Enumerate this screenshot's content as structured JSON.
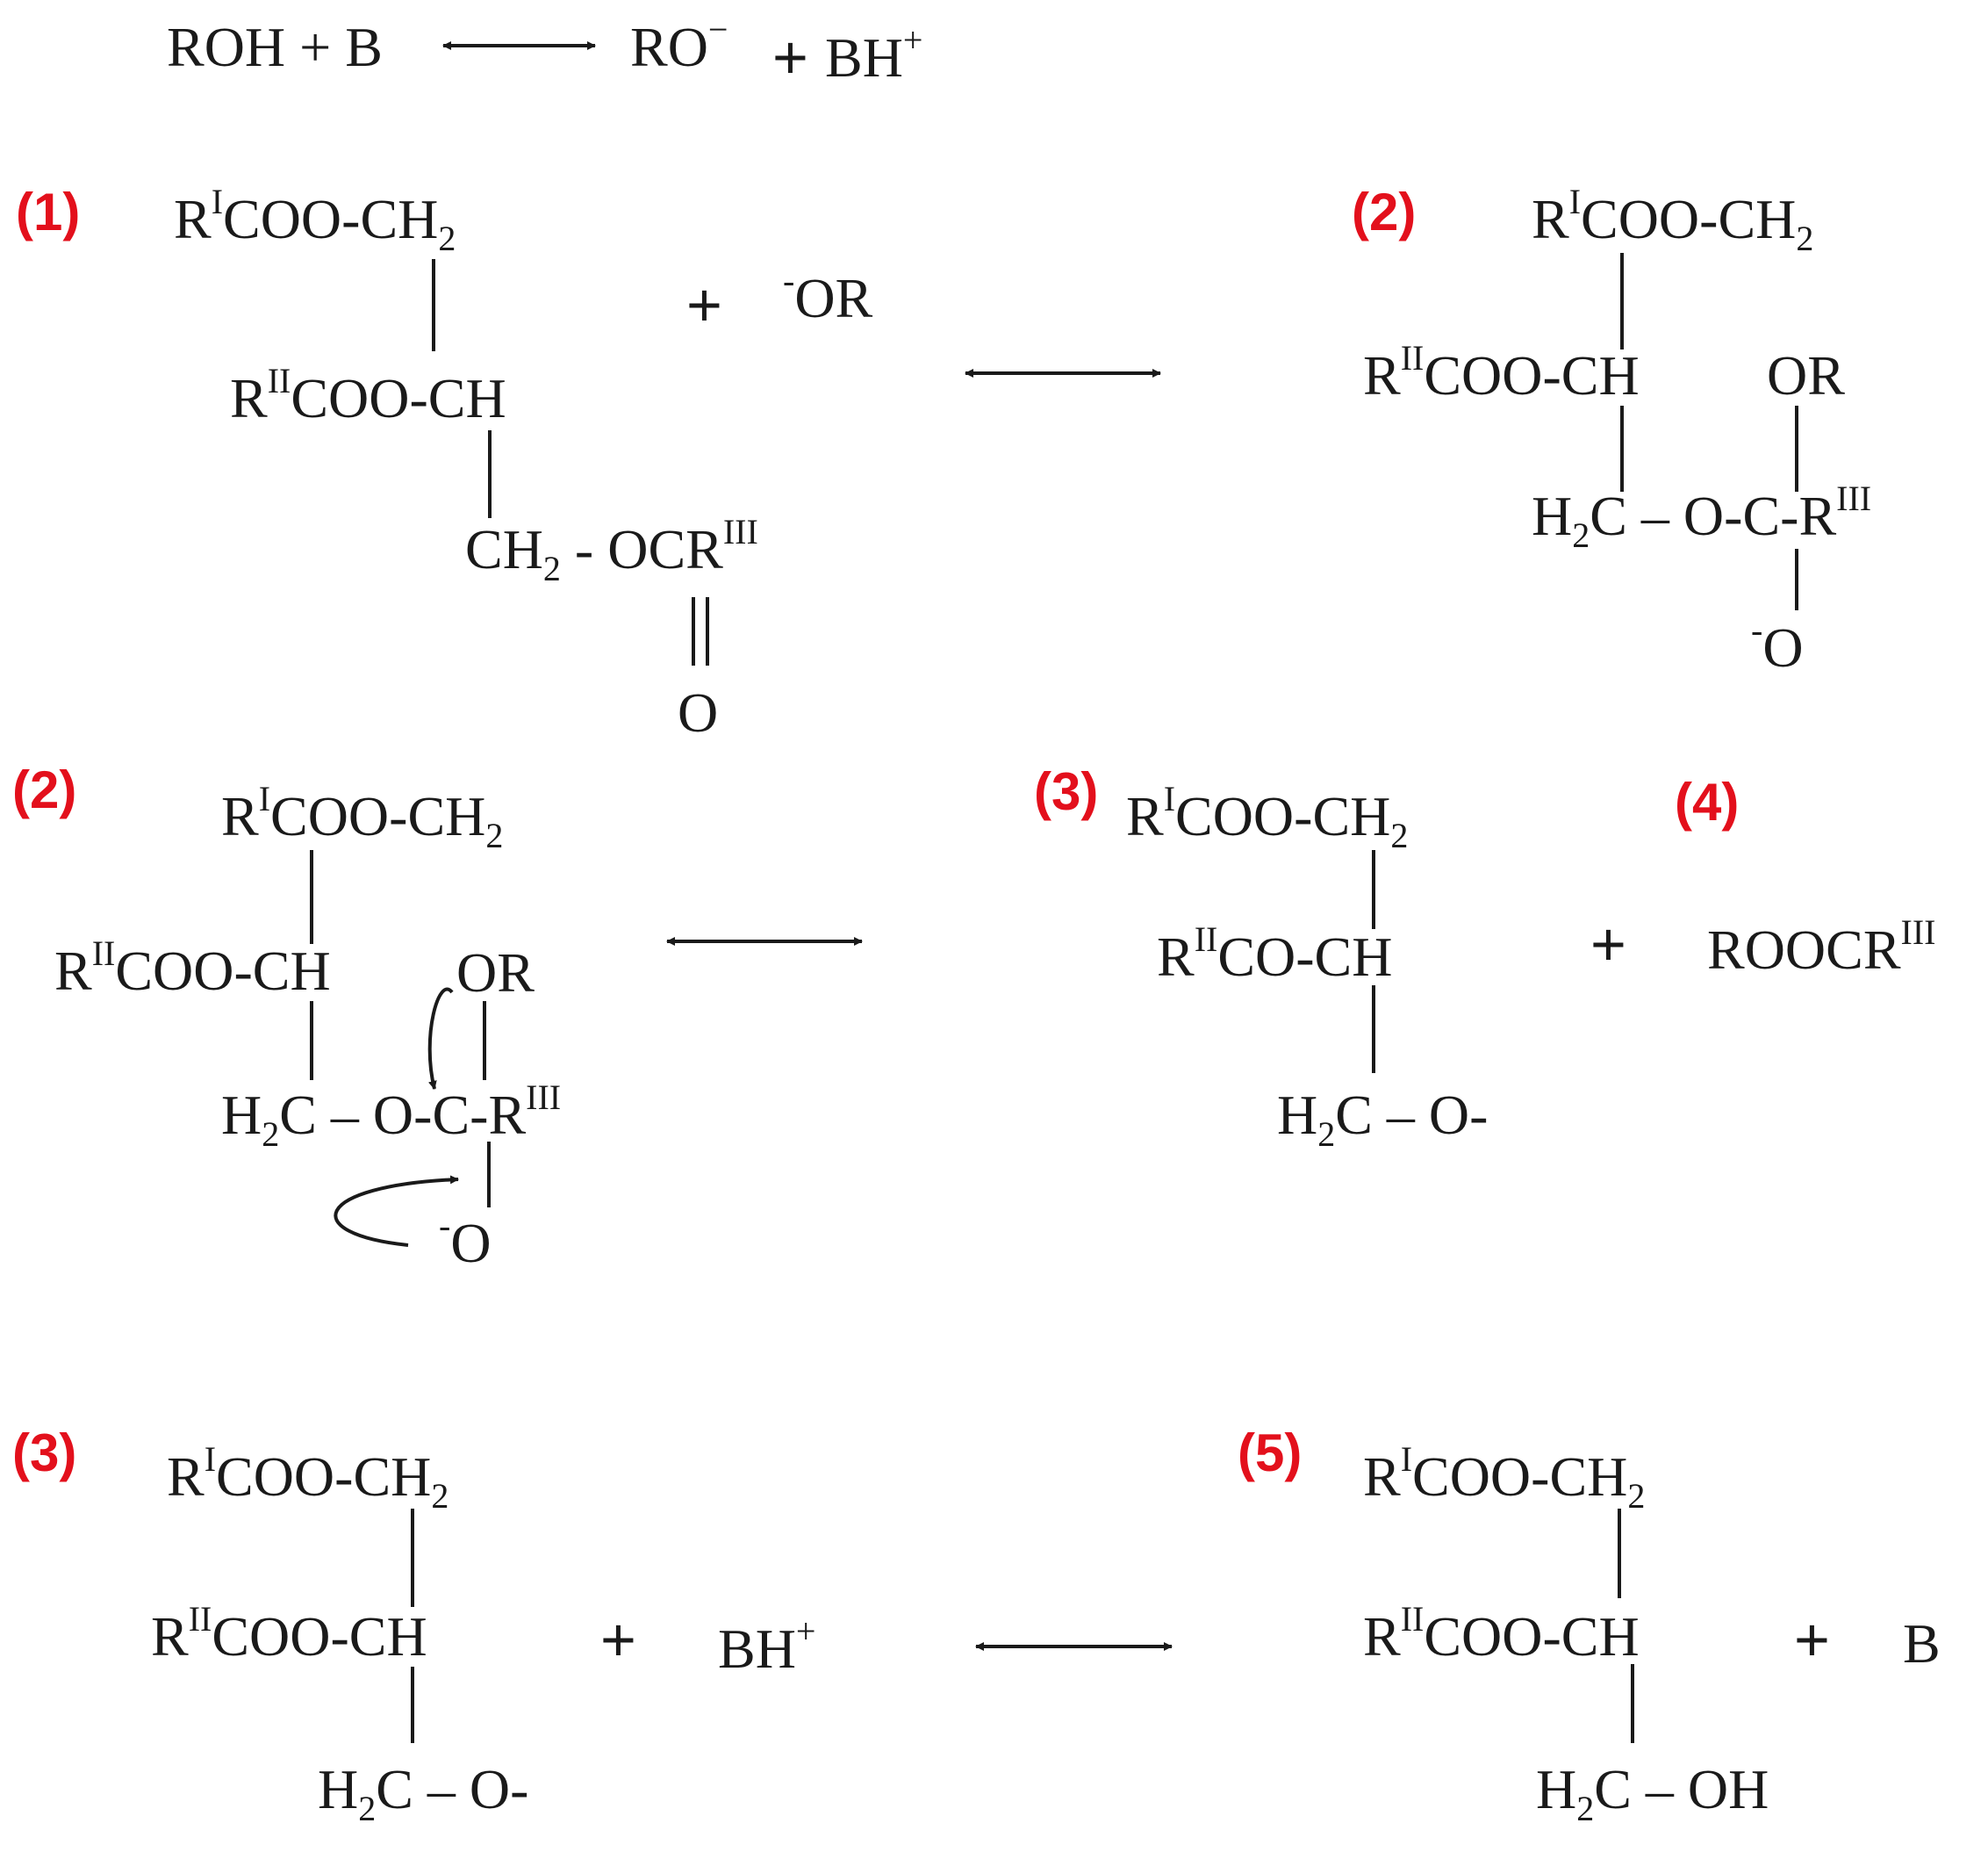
{
  "colors": {
    "label": "#e3101c",
    "ink": "#1a1a1a"
  },
  "header": {
    "reactants": "ROH + B",
    "anion": "RO",
    "anion_charge": "−",
    "plus": "+",
    "acid": "BH",
    "acid_charge": "+"
  },
  "labels": {
    "l1": "(1)",
    "l2": "(2)",
    "l3": "(3)",
    "l4": "(4)",
    "l5": "(5)"
  },
  "plus_sign": "+",
  "fragments": {
    "R": "R",
    "I": "I",
    "II": "II",
    "III": "III",
    "COO_CH2": "COO-CH",
    "COO_CH": "COO-CH",
    "CO_CH": "CO-CH",
    "two": "2",
    "neg_sup": "-",
    "OR": "OR",
    "O": "O",
    "CH2": "CH",
    "OCR": " - OCR",
    "H": "H",
    "C_O_C_R": "C – O-C-R",
    "C_O_neg": "C – O-",
    "C_OH": "C – OH",
    "ROOCR": "ROOCR",
    "BH": "BH",
    "plus_sup": "+",
    "B": "B"
  }
}
